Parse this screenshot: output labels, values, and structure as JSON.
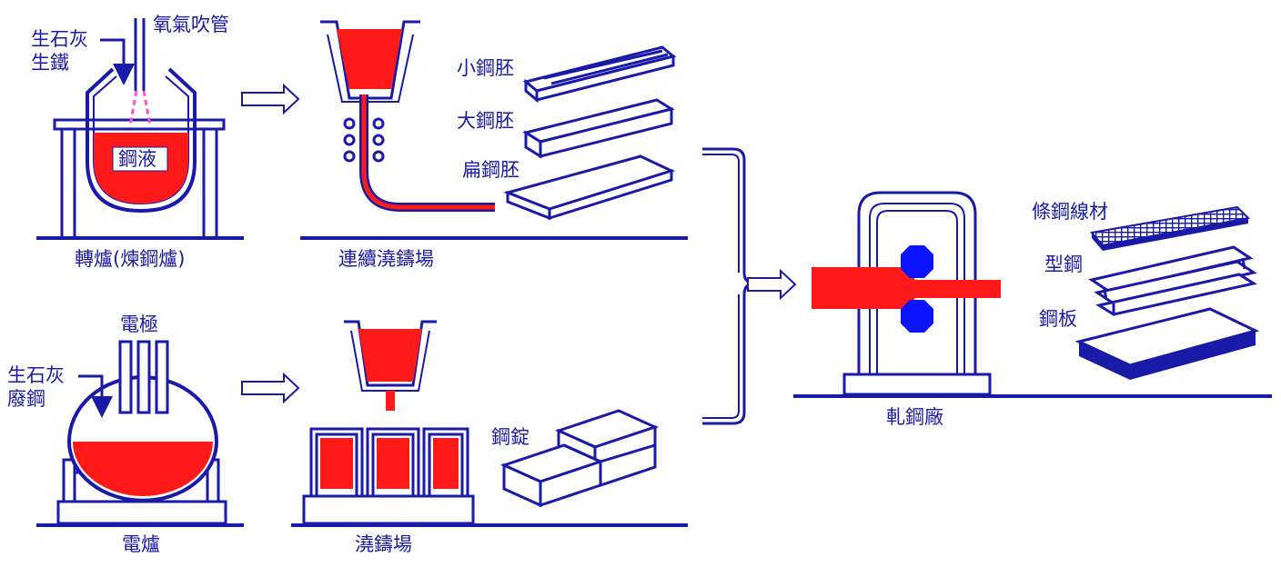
{
  "labels": {
    "converter": "轉爐(煉鋼爐)",
    "oxygen_lance": "氧氣吹管",
    "lime_iron_l1": "生石灰",
    "lime_iron_l2": "生鐵",
    "molten_steel": "鋼液",
    "continuous_casting": "連續澆鑄場",
    "small_billet": "小鋼胚",
    "large_billet": "大鋼胚",
    "slab": "扁鋼胚",
    "electrode": "電極",
    "lime_scrap_l1": "生石灰",
    "lime_scrap_l2": "廢鋼",
    "electric_furnace": "電爐",
    "ingot_casting": "澆鑄場",
    "ingot": "鋼錠",
    "rolling_mill": "軋鋼廠",
    "wire_rod": "條鋼線材",
    "section_steel": "型鋼",
    "steel_plate": "鋼板"
  },
  "colors": {
    "line": "#1a1aa8",
    "molten": "#ff1a1a",
    "oxygen": "#ff55cc",
    "roller": "#0a14ff",
    "background": "#ffffff"
  }
}
